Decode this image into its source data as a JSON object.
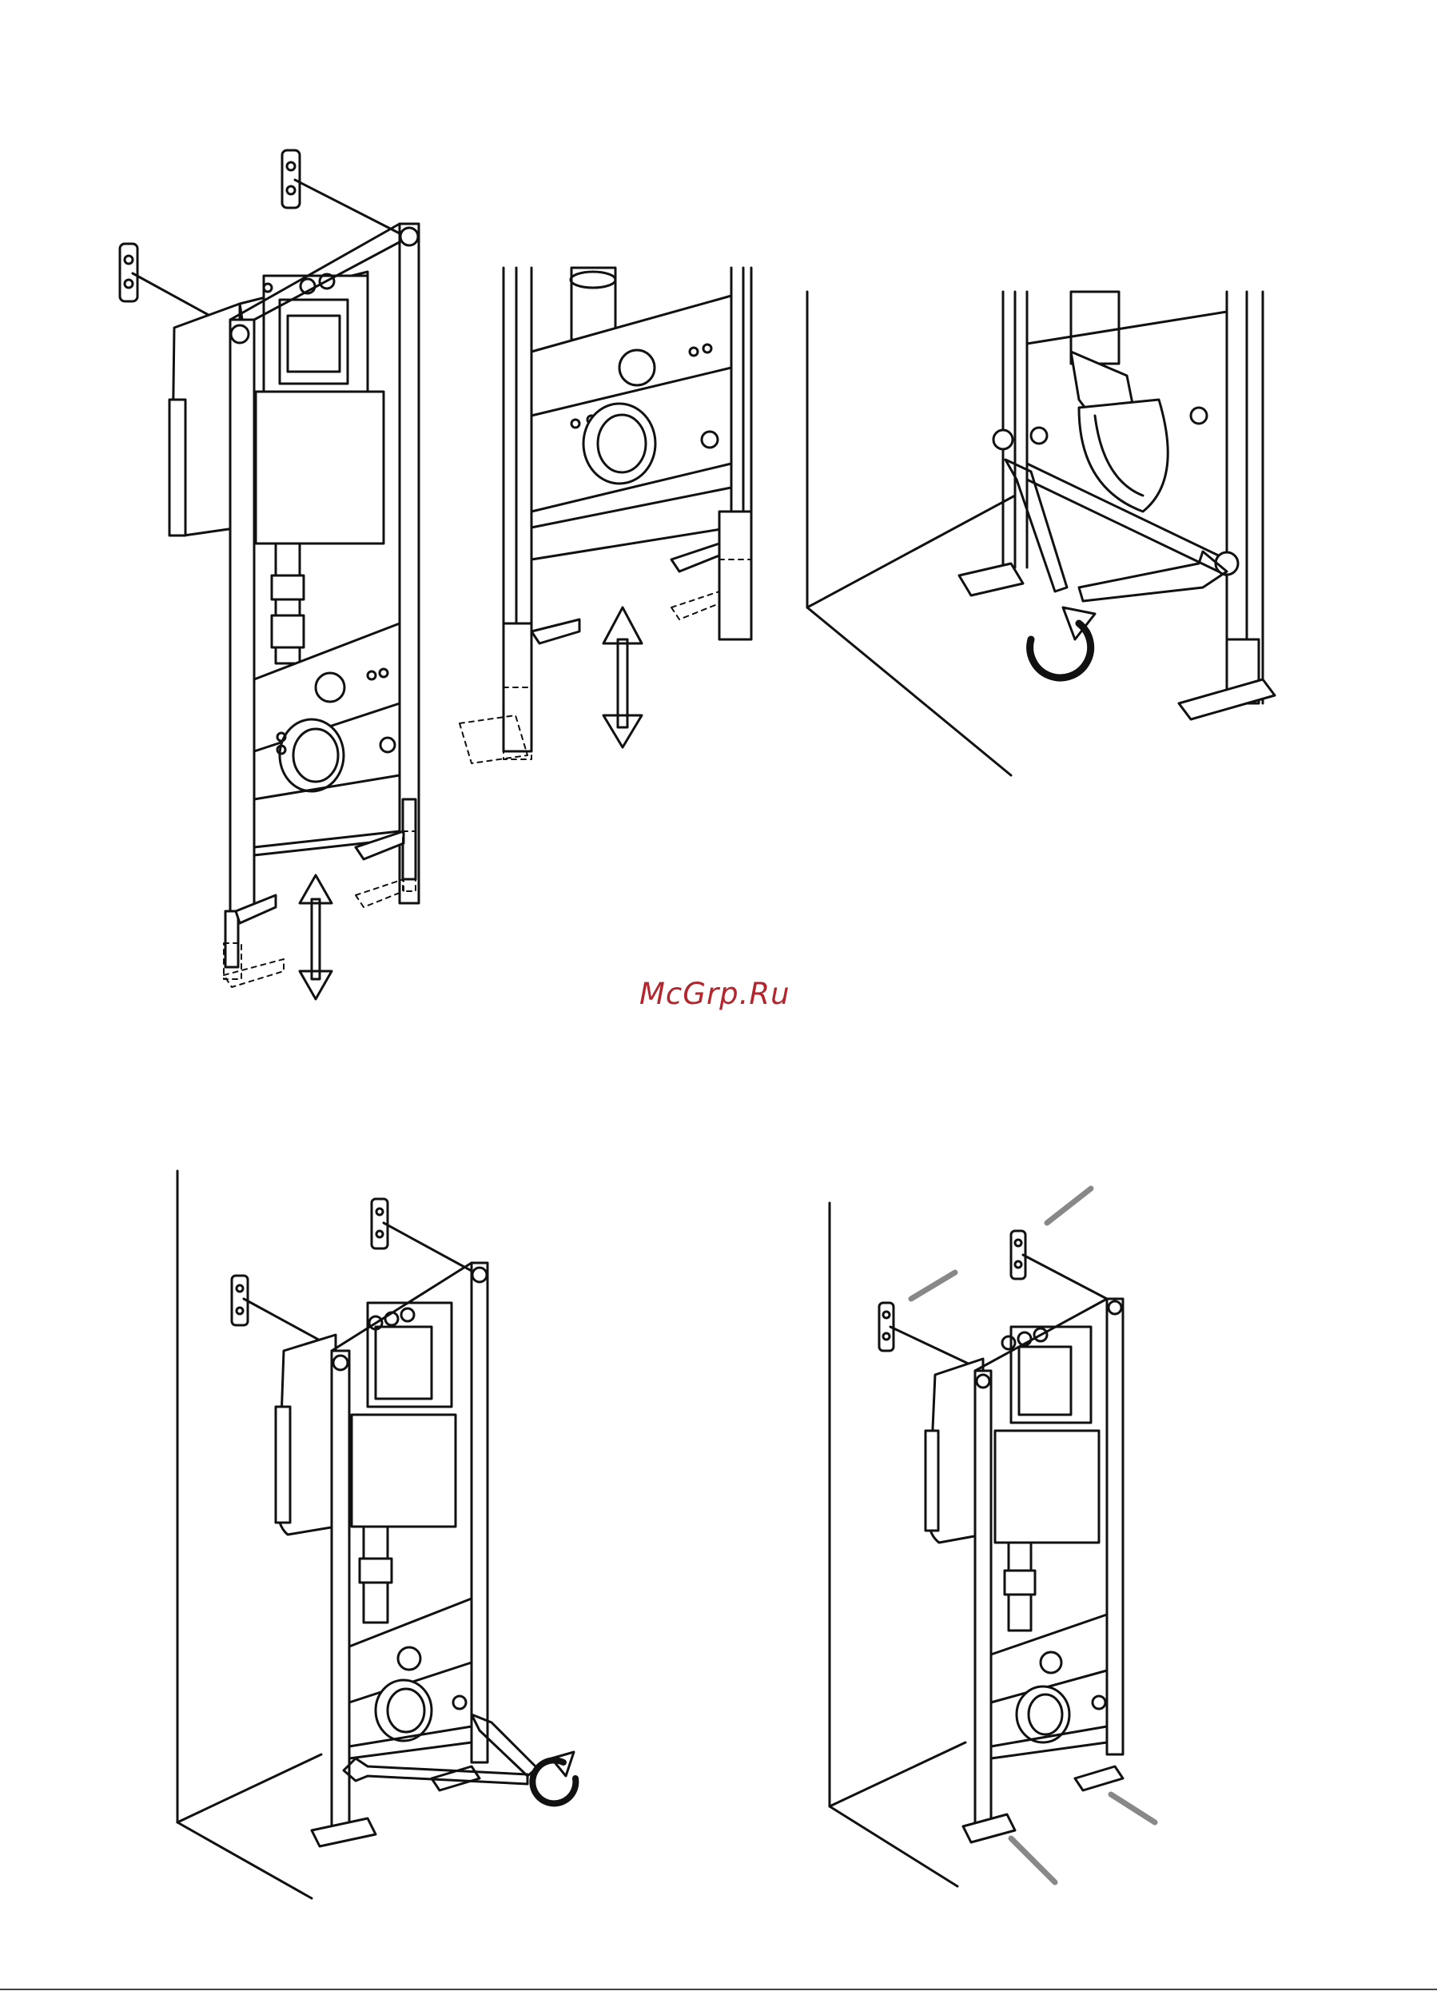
{
  "watermark": {
    "text": "McGrp.Ru",
    "color": "#b3262e"
  },
  "figures": [
    {
      "id": "fig-1",
      "icon": "double-arrow-vertical-icon"
    },
    {
      "id": "fig-2",
      "icon": "double-arrow-vertical-icon"
    },
    {
      "id": "fig-3",
      "icon": "rotate-arrow-icon"
    },
    {
      "id": "fig-4",
      "icon": "rotate-arrow-icon"
    },
    {
      "id": "fig-5",
      "icon": "wall-anchor-icon"
    }
  ]
}
